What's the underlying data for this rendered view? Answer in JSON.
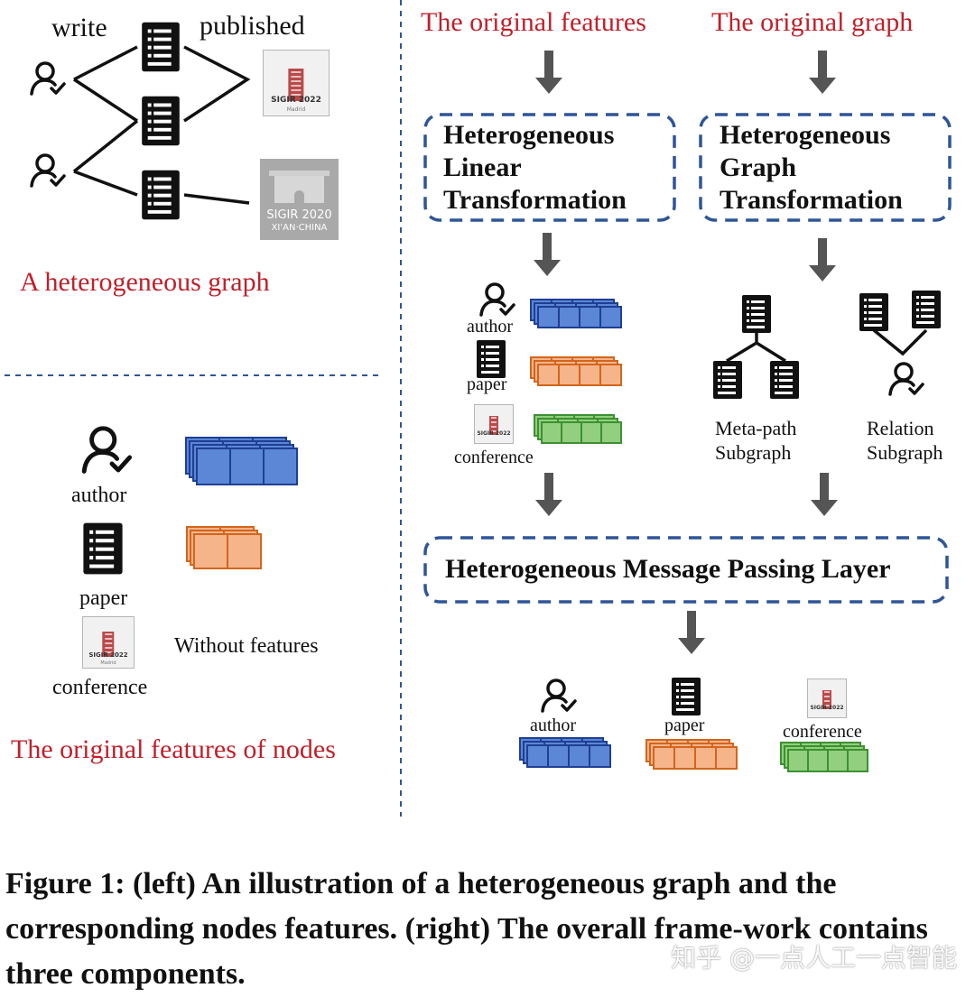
{
  "left_graph": {
    "edge_write": "write",
    "edge_published": "published",
    "title": "A heterogeneous graph",
    "logo_2022": "SIGIR 2022",
    "logo_2022_sub": "Madrid",
    "logo_2020_line1": "SIGIR 2020",
    "logo_2020_line2": "XI'AN·CHINA"
  },
  "left_features": {
    "author": "author",
    "paper": "paper",
    "conference": "conference",
    "without_features": "Without features",
    "title": "The original features of nodes"
  },
  "right": {
    "orig_features": "The original features",
    "orig_graph": "The original graph",
    "box_linear": [
      "Heterogeneous",
      "Linear",
      "Transformation"
    ],
    "box_graph": [
      "Heterogeneous",
      "Graph",
      "Transformation"
    ],
    "author": "author",
    "paper": "paper",
    "conference": "conference",
    "meta_path": [
      "Meta-path",
      "Subgraph"
    ],
    "relation": [
      "Relation",
      "Subgraph"
    ],
    "box_message": "Heterogeneous Message Passing Layer",
    "out_author": "author",
    "out_paper": "paper",
    "out_conference": "conference"
  },
  "caption": "Figure 1: (left) An illustration of a heterogeneous graph and the corresponding nodes features. (right) The overall frame-work contains three components.",
  "watermark": "知乎 @一点人工一点智能",
  "colors": {
    "red": "#c0202a",
    "blue_fill": "#5b87d6",
    "blue_stroke": "#1f3f94",
    "orange_fill": "#f6b48a",
    "orange_stroke": "#d3651c",
    "green_fill": "#92cf7e",
    "green_stroke": "#3d9032",
    "dash": "#2f5597"
  }
}
